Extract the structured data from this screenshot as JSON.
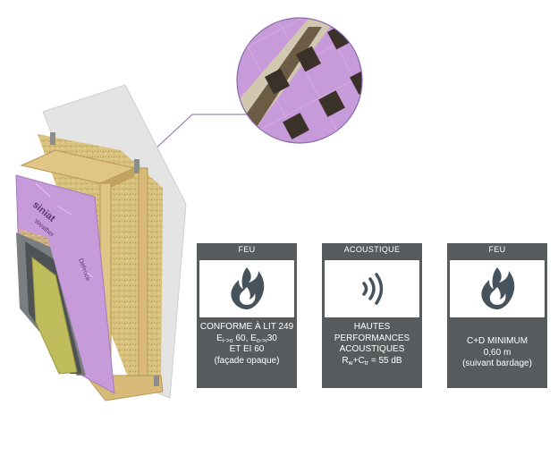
{
  "illustration": {
    "brand_lettering": [
      "siniat",
      "Weather",
      "Defence"
    ]
  },
  "cards": [
    {
      "header": "FEU",
      "icon": "flame-icon",
      "lines": [
        {
          "main": "CONFORME À LIT 249"
        },
        {
          "parts": [
            {
              "t": "E"
            },
            {
              "sub": "i->o"
            },
            {
              "t": " 60, E"
            },
            {
              "sub": "o->i"
            },
            {
              "t": "30"
            }
          ]
        },
        {
          "main": "ET EI 60"
        },
        {
          "main": "(façade opaque)"
        }
      ]
    },
    {
      "header": "ACOUSTIQUE",
      "icon": "sound-waves-icon",
      "lines": [
        {
          "main": "HAUTES"
        },
        {
          "main": "PERFORMANCES"
        },
        {
          "main": "ACOUSTIQUES"
        },
        {
          "parts": [
            {
              "t": "R"
            },
            {
              "sub": "w"
            },
            {
              "t": "+C"
            },
            {
              "sub": "tr"
            },
            {
              "t": " = 55 dB"
            }
          ]
        }
      ]
    },
    {
      "header": "FEU",
      "icon": "flame-icon",
      "lines": [
        {
          "main": "C+D MINIMUM"
        },
        {
          "main": "0,60 m"
        },
        {
          "main": "(suivant bardage)"
        }
      ]
    }
  ],
  "colors": {
    "card_bg": "#575b5e",
    "board_purple": "#c79ad9",
    "callout_line": "#8a6aa8",
    "weather_membrane": "#4aa69a",
    "insulation": "#d8c07a"
  }
}
